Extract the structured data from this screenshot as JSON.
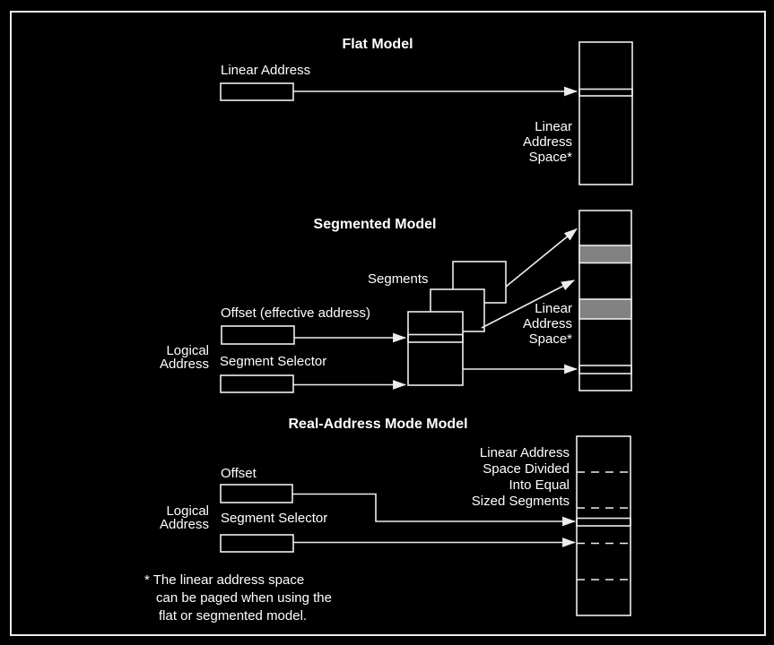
{
  "colors": {
    "background": "#000000",
    "foreground": "#ffffff",
    "line": "#ededed",
    "gray_band": "#828282"
  },
  "flat_model": {
    "title": "Flat Model",
    "linear_address_label": "Linear Address",
    "linear_address_space_label": "Linear\nAddress\nSpace*"
  },
  "segmented_model": {
    "title": "Segmented Model",
    "segments_label": "Segments",
    "offset_label": "Offset (effective address)",
    "logical_address_label": "Logical\nAddress",
    "segment_selector_label": "Segment Selector",
    "linear_address_space_label": "Linear\nAddress\nSpace*"
  },
  "real_address_model": {
    "title": "Real-Address Mode Model",
    "offset_label": "Offset",
    "logical_address_label": "Logical\nAddress",
    "segment_selector_label": "Segment Selector",
    "linear_address_space_label": "Linear Address\nSpace Divided\nInto Equal\nSized Segments"
  },
  "footnote": {
    "line1": "* The linear address space",
    "line2": "can be paged when using the",
    "line3": "flat or segmented model."
  }
}
